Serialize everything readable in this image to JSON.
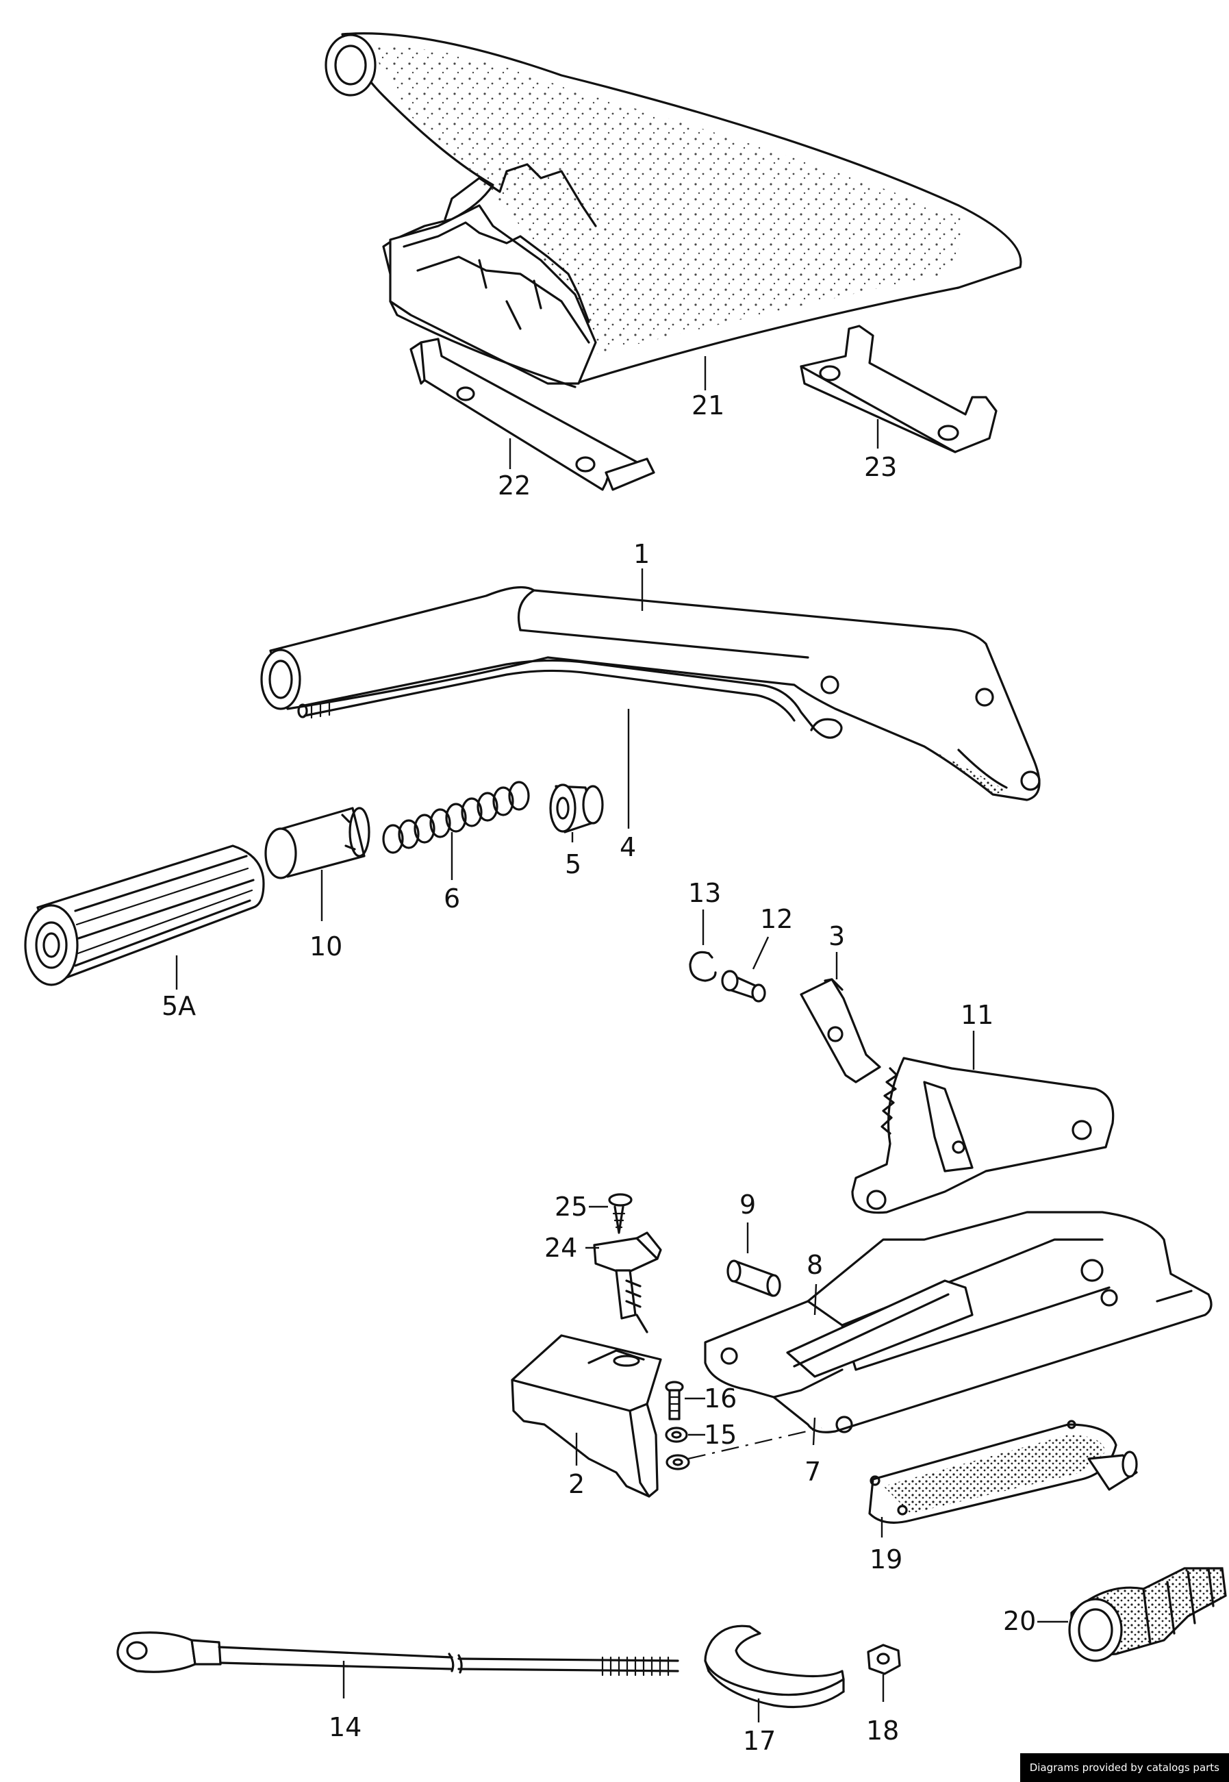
{
  "diagram": {
    "callouts": {
      "c1": "1",
      "c2": "2",
      "c3": "3",
      "c4": "4",
      "c5": "5",
      "c5a": "5A",
      "c6": "6",
      "c7": "7",
      "c8": "8",
      "c9": "9",
      "c10": "10",
      "c11": "11",
      "c12": "12",
      "c13": "13",
      "c14": "14",
      "c15": "15",
      "c16": "16",
      "c17": "17",
      "c18": "18",
      "c19": "19",
      "c20": "20",
      "c21": "21",
      "c22": "22",
      "c23": "23",
      "c24": "24",
      "c25": "25"
    }
  },
  "footer": {
    "credit": "Diagrams provided by catalogs parts"
  }
}
